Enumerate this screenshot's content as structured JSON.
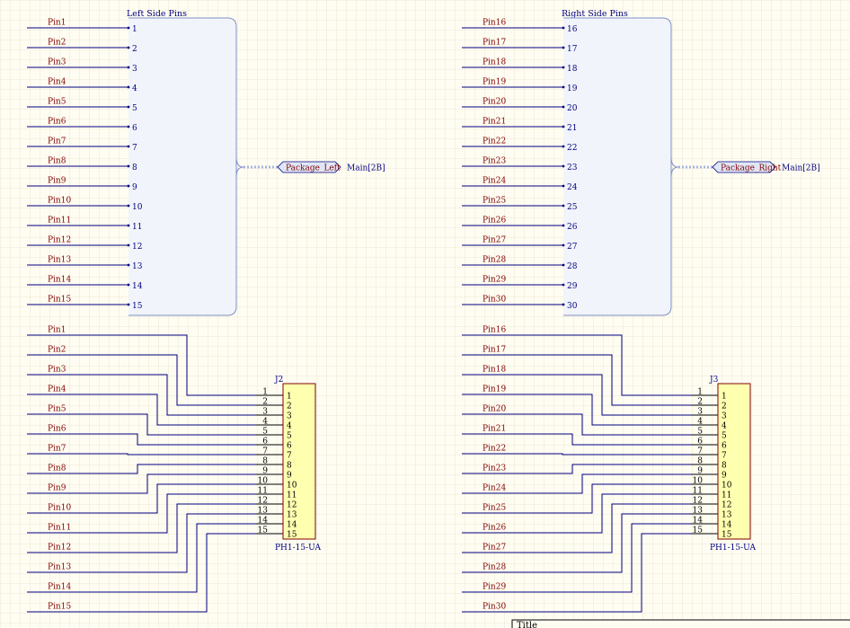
{
  "colors": {
    "wire": "#000080",
    "net_label": "#800000",
    "pin_number": "#000080",
    "part_fill": "#ffffb0",
    "part_border": "#800000",
    "bus_entry_fill": "#f1f4fa",
    "bus_entry_border": "#8090c8",
    "grid": "#e7e2d0"
  },
  "harness_left": {
    "title": "Left Side Pins",
    "nets": [
      "Pin1",
      "Pin2",
      "Pin3",
      "Pin4",
      "Pin5",
      "Pin6",
      "Pin7",
      "Pin8",
      "Pin9",
      "Pin10",
      "Pin11",
      "Pin12",
      "Pin13",
      "Pin14",
      "Pin15"
    ],
    "numbers": [
      "1",
      "2",
      "3",
      "4",
      "5",
      "6",
      "7",
      "8",
      "9",
      "10",
      "11",
      "12",
      "13",
      "14",
      "15"
    ],
    "port_name": "Package_Left",
    "port_ref": "Main[2B]"
  },
  "harness_right": {
    "title": "Right Side Pins",
    "nets": [
      "Pin16",
      "Pin17",
      "Pin18",
      "Pin19",
      "Pin20",
      "Pin21",
      "Pin22",
      "Pin23",
      "Pin24",
      "Pin25",
      "Pin26",
      "Pin27",
      "Pin28",
      "Pin29",
      "Pin30"
    ],
    "numbers": [
      "16",
      "17",
      "18",
      "19",
      "20",
      "21",
      "22",
      "23",
      "24",
      "25",
      "26",
      "27",
      "28",
      "29",
      "30"
    ],
    "port_name": "Package_Right",
    "port_ref": "Main[2B]"
  },
  "connector_left": {
    "designator": "J2",
    "part_name": "PH1-15-UA",
    "nets": [
      "Pin1",
      "Pin2",
      "Pin3",
      "Pin4",
      "Pin5",
      "Pin6",
      "Pin7",
      "Pin8",
      "Pin9",
      "Pin10",
      "Pin11",
      "Pin12",
      "Pin13",
      "Pin14",
      "Pin15"
    ],
    "pins": [
      "1",
      "2",
      "3",
      "4",
      "5",
      "6",
      "7",
      "8",
      "9",
      "10",
      "11",
      "12",
      "13",
      "14",
      "15"
    ]
  },
  "connector_right": {
    "designator": "J3",
    "part_name": "PH1-15-UA",
    "nets": [
      "Pin16",
      "Pin17",
      "Pin18",
      "Pin19",
      "Pin20",
      "Pin21",
      "Pin22",
      "Pin23",
      "Pin24",
      "Pin25",
      "Pin26",
      "Pin27",
      "Pin28",
      "Pin29",
      "Pin30"
    ],
    "pins": [
      "1",
      "2",
      "3",
      "4",
      "5",
      "6",
      "7",
      "8",
      "9",
      "10",
      "11",
      "12",
      "13",
      "14",
      "15"
    ]
  },
  "title_block": {
    "label": "Title"
  }
}
